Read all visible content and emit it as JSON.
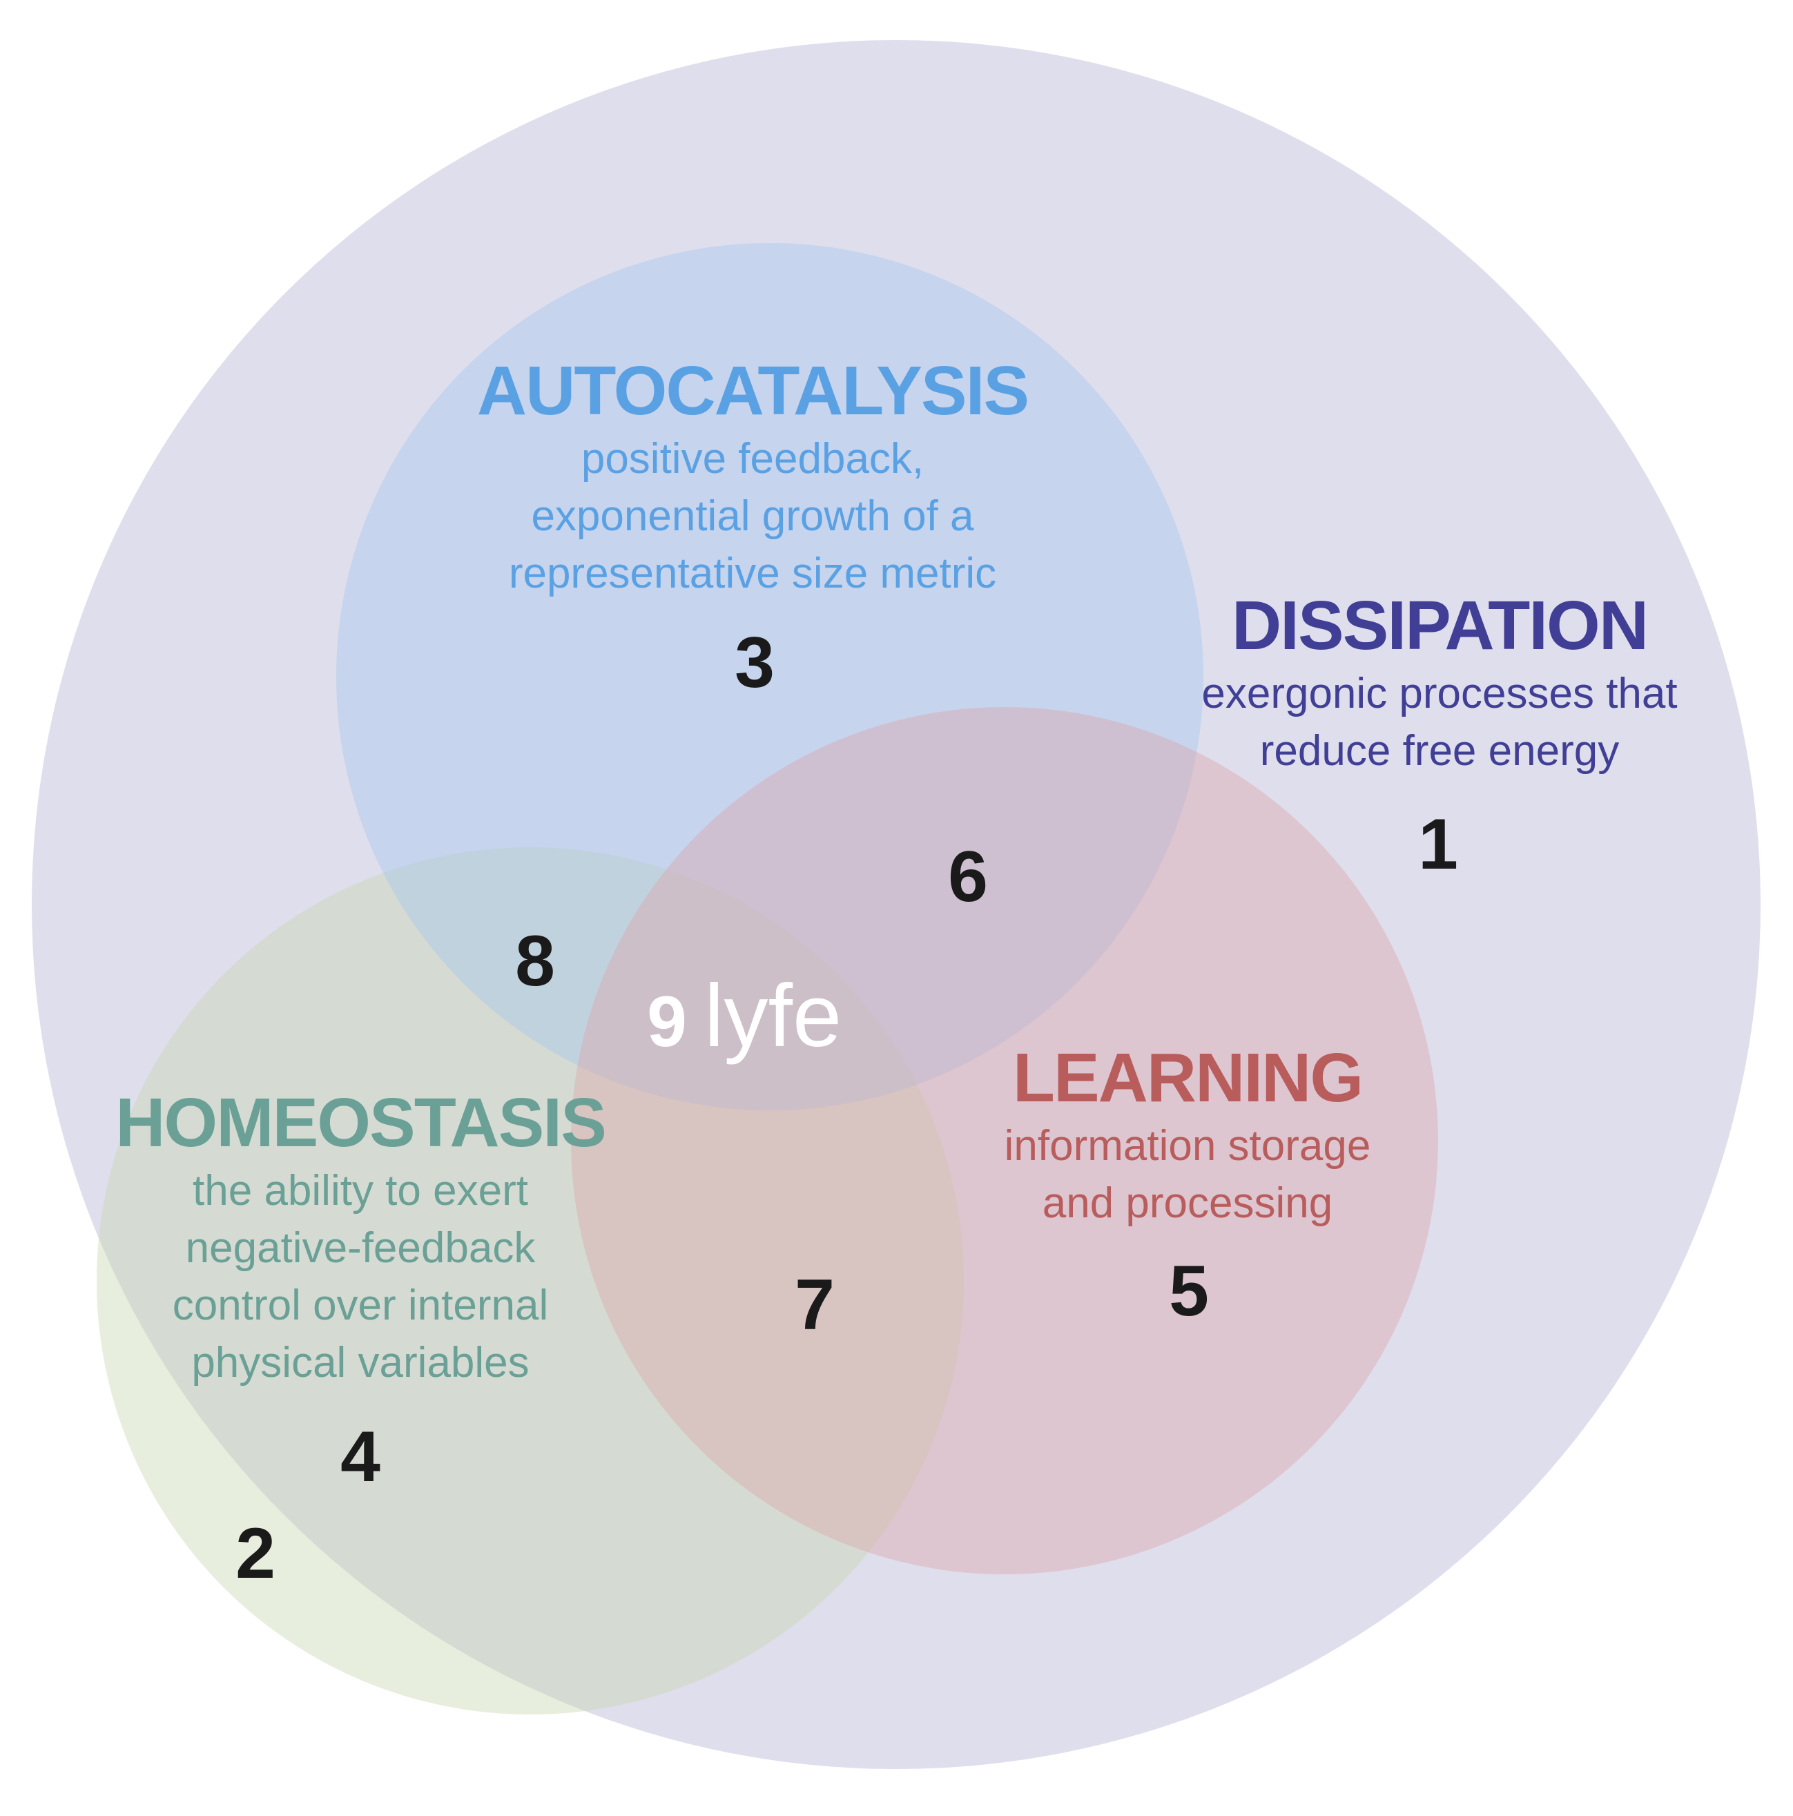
{
  "colors": {
    "dissipation": "#403f95",
    "autocatalysis": "#5aa1e4",
    "homeostasis": "#6aa096",
    "learning": "#b85c5c",
    "dissipation_fill": "#b8b5d8",
    "autocatalysis_fill": "#a9c8f0",
    "homeostasis_fill": "#c9d7ae",
    "learning_fill": "#dda3a6"
  },
  "dissipation": {
    "title": "DISSIPATION",
    "lines": [
      "exergonic processes that",
      "reduce free energy"
    ],
    "number": "1"
  },
  "autocatalysis": {
    "title": "AUTOCATALYSIS",
    "lines": [
      "positive feedback,",
      "exponential growth of a",
      "representative size metric"
    ],
    "number": "3"
  },
  "homeostasis": {
    "title": "HOMEOSTASIS",
    "lines": [
      "the ability to exert",
      "negative-feedback",
      "control over internal",
      "physical variables"
    ],
    "number": "4"
  },
  "learning": {
    "title": "LEARNING",
    "lines": [
      "information storage",
      "and processing"
    ],
    "number": "5"
  },
  "regions": {
    "r2": "2",
    "r6": "6",
    "r7": "7",
    "r8": "8",
    "r9_number": "9",
    "r9_word": "lyfe"
  }
}
